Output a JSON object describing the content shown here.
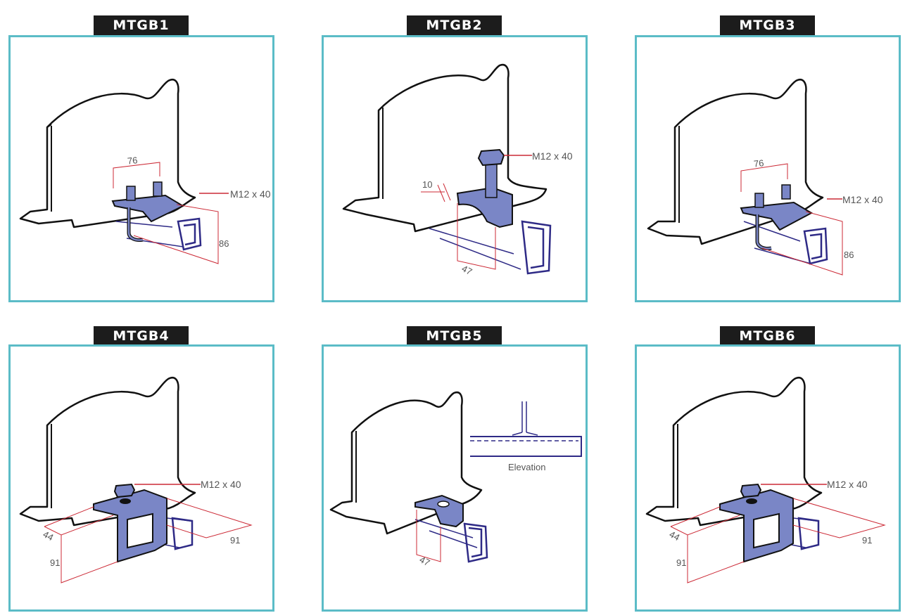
{
  "colors": {
    "frame": "#5bbcc7",
    "tag_bg": "#1c1c1c",
    "part_fill": "#7a86c6",
    "channel": "#2e2a86",
    "dimension": "#cc2a36"
  },
  "panels": [
    {
      "id": "MTGB1",
      "bolt": "M12 x 40",
      "dim_a": "76",
      "dim_b": "86"
    },
    {
      "id": "MTGB2",
      "bolt": "M12 x 40",
      "dim_a": "10",
      "dim_b": "47"
    },
    {
      "id": "MTGB3",
      "bolt": "M12 x 40",
      "dim_a": "76",
      "dim_b": "86"
    },
    {
      "id": "MTGB4",
      "bolt": "M12 x 40",
      "dim_a": "44",
      "dim_b": "91",
      "dim_c": "91"
    },
    {
      "id": "MTGB5",
      "dim_b": "47",
      "elevation": "Elevation"
    },
    {
      "id": "MTGB6",
      "bolt": "M12 x 40",
      "dim_a": "44",
      "dim_b": "91",
      "dim_c": "91"
    }
  ]
}
